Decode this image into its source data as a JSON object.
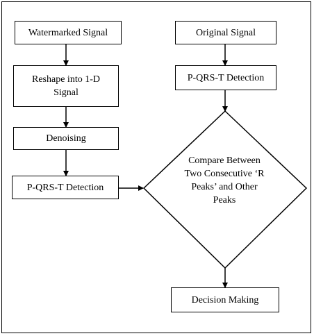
{
  "nodes": {
    "watermarked_signal": "Watermarked Signal",
    "reshape": "Reshape into 1-D Signal",
    "denoising": "Denoising",
    "pqrst_left": "P-QRS-T Detection",
    "original_signal": "Original Signal",
    "pqrst_right": "P-QRS-T Detection",
    "compare": "Compare Between Two Consecutive ‘R Peaks’ and Other Peaks",
    "decision": "Decision Making"
  }
}
